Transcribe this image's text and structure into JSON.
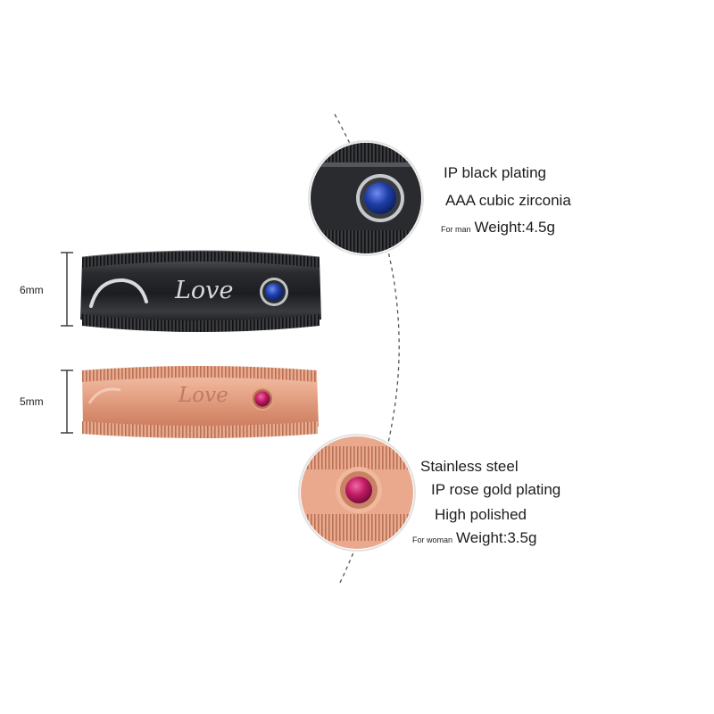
{
  "dimensions": {
    "man_width": "6mm",
    "woman_width": "5mm"
  },
  "engraving": "Love",
  "man_specs": {
    "lines": [
      "IP black plating",
      "AAA cubic zirconia"
    ],
    "weight_prefix": "For man",
    "weight": "Weight:4.5g"
  },
  "woman_specs": {
    "lines": [
      "Stainless steel",
      "IP rose gold plating",
      "High polished"
    ],
    "weight_prefix": "For woman",
    "weight": "Weight:3.5g"
  },
  "colors": {
    "black_ring": "#2a2b2e",
    "rose_ring": "#e7a58a",
    "blue_stone": "#1f3fa8",
    "red_stone": "#c01a63"
  },
  "icons": [
    "dimension-bracket-icon",
    "dashed-arc-icon"
  ]
}
